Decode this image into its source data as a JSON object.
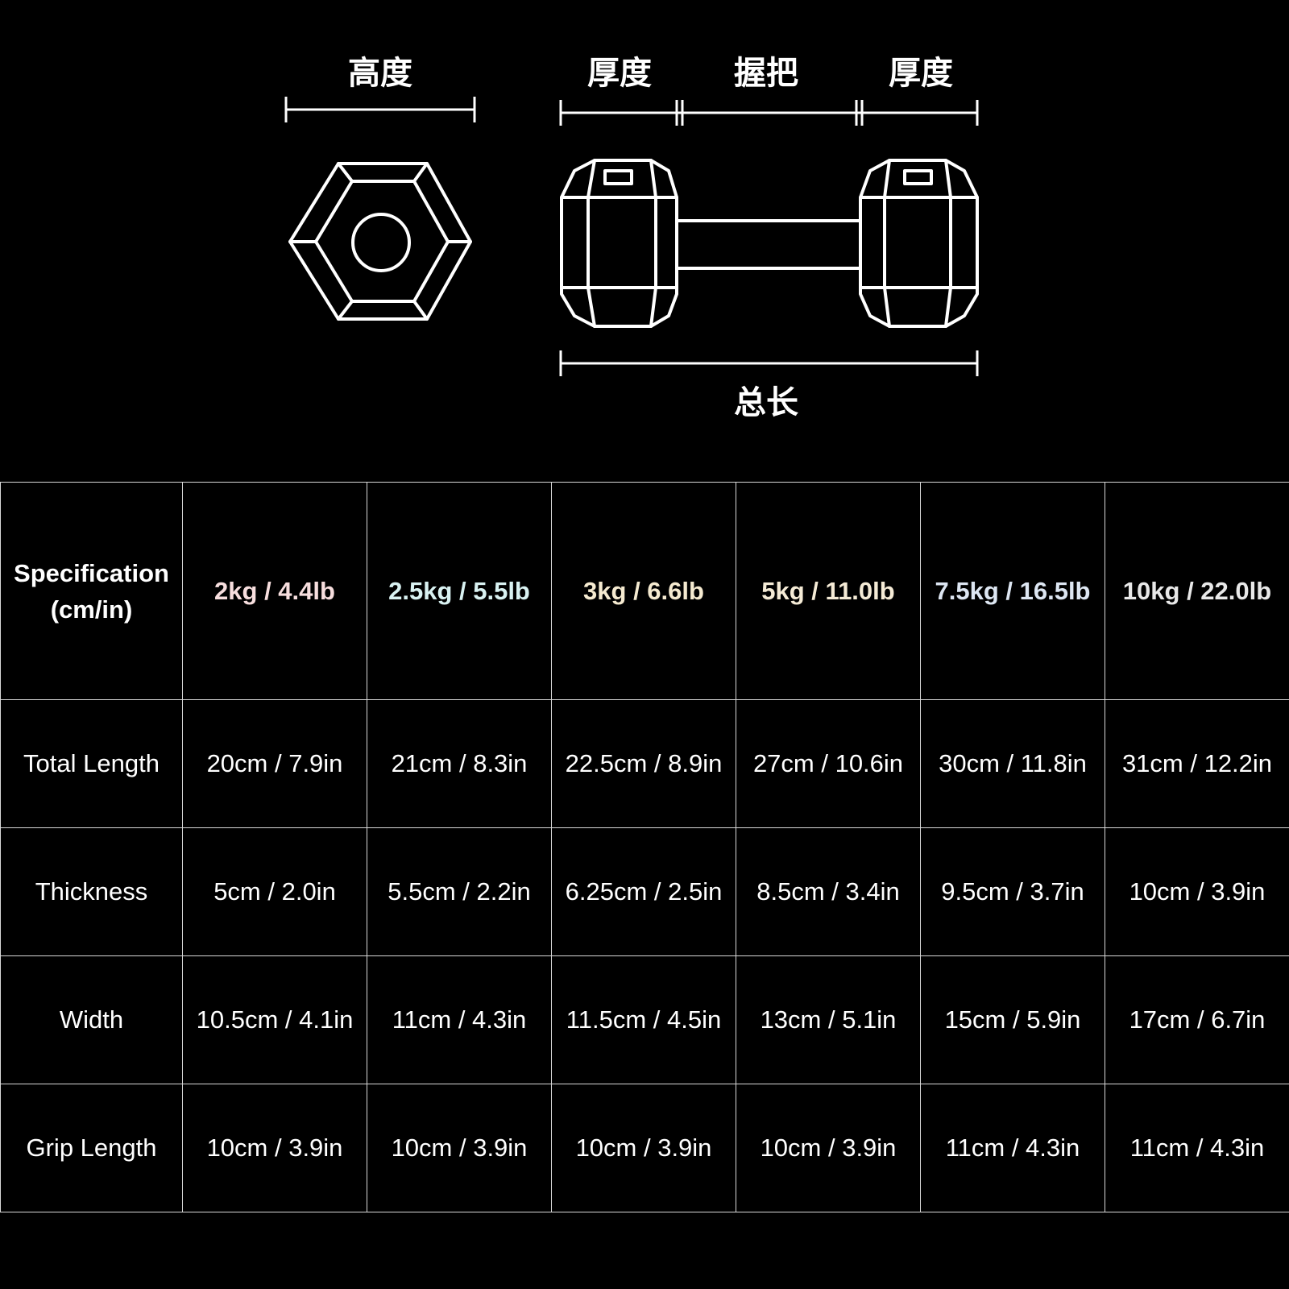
{
  "diagram": {
    "label_height": "高度",
    "label_thickness_left": "厚度",
    "label_grip": "握把",
    "label_thickness_right": "厚度",
    "label_total_length": "总长"
  },
  "table": {
    "corner_line1": "Specification",
    "corner_line2": "(cm/in)",
    "columns": [
      {
        "label": "2kg / 4.4lb",
        "color": "#f7dede"
      },
      {
        "label": "2.5kg / 5.5lb",
        "color": "#d9f2f2"
      },
      {
        "label": "3kg / 6.6lb",
        "color": "#f5ead0"
      },
      {
        "label": "5kg / 11.0lb",
        "color": "#f5ebd6"
      },
      {
        "label": "7.5kg / 16.5lb",
        "color": "#dde6f2"
      },
      {
        "label": "10kg / 22.0lb",
        "color": "#e8e8e8"
      }
    ],
    "rows": [
      {
        "label": "Total Length",
        "values": [
          "20cm / 7.9in",
          "21cm / 8.3in",
          "22.5cm / 8.9in",
          "27cm / 10.6in",
          "30cm / 11.8in",
          "31cm / 12.2in"
        ]
      },
      {
        "label": "Thickness",
        "values": [
          "5cm / 2.0in",
          "5.5cm / 2.2in",
          "6.25cm / 2.5in",
          "8.5cm / 3.4in",
          "9.5cm / 3.7in",
          "10cm / 3.9in"
        ]
      },
      {
        "label": "Width",
        "values": [
          "10.5cm / 4.1in",
          "11cm / 4.3in",
          "11.5cm / 4.5in",
          "13cm / 5.1in",
          "15cm / 5.9in",
          "17cm / 6.7in"
        ]
      },
      {
        "label": "Grip Length",
        "values": [
          "10cm / 3.9in",
          "10cm / 3.9in",
          "10cm / 3.9in",
          "10cm / 3.9in",
          "11cm / 4.3in",
          "11cm / 4.3in"
        ]
      }
    ]
  }
}
